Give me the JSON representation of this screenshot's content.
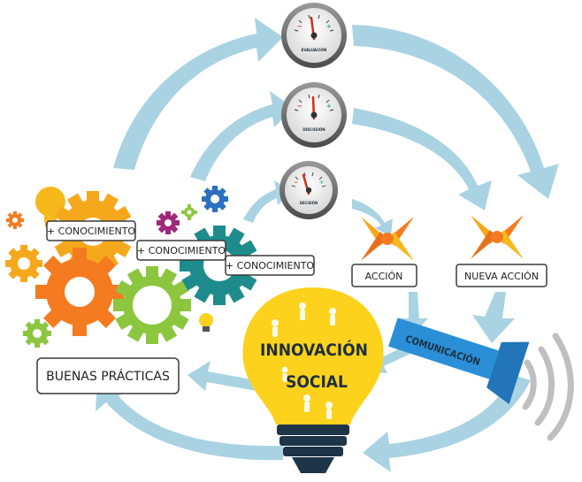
{
  "gauges": [
    {
      "label": "EVALUACIÓN"
    },
    {
      "label": "DISCUSIÓN"
    },
    {
      "label": "DECISIÓN"
    }
  ],
  "knowledge_tags": [
    "+ CONOCIMIENTO",
    "+ CONOCIMIENTO",
    "+ CONOCIMIENTO"
  ],
  "actions": {
    "action_label": "ACCIÓN",
    "new_action_label": "NUEVA ACCIÓN"
  },
  "good_practices_label": "BUENAS PRÁCTICAS",
  "bulb": {
    "line1": "INNOVACIÓN",
    "line2": "SOCIAL"
  },
  "communication_label": "COMUNICACIÓN",
  "colors": {
    "arrow": "#a9d3e2",
    "gear_orange": "#f47b20",
    "gear_yellow": "#f6a81c",
    "gear_green": "#8cc63f",
    "gear_teal": "#1e8c8c",
    "gear_purple": "#a0287a",
    "bulb_yellow": "#fcd21c",
    "bulb_base": "#1e3447",
    "megaphone": "#2a8fd6",
    "sound": "#bfbfbf"
  }
}
